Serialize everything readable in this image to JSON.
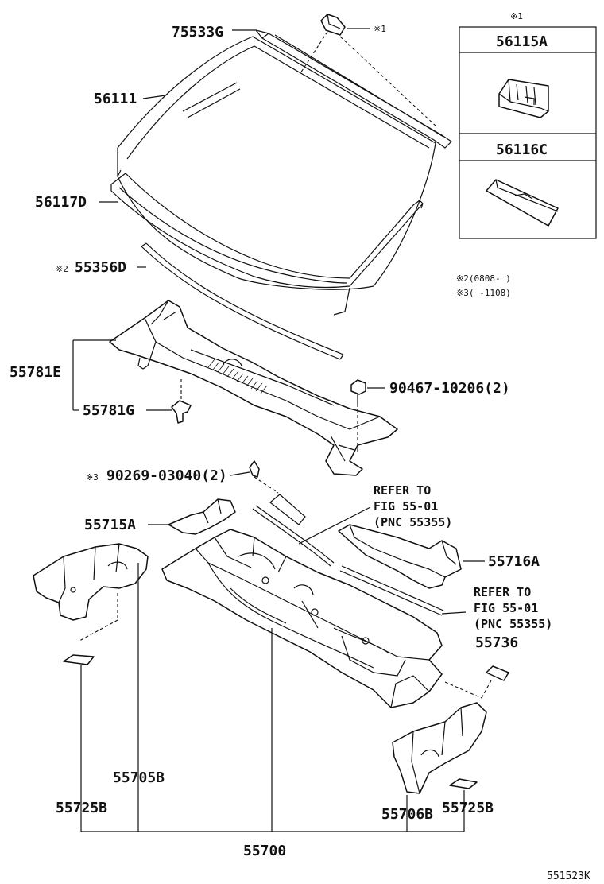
{
  "labels": {
    "p75533G": "75533G",
    "p56111": "56111",
    "p56117D": "56117D",
    "p55356D": "55356D",
    "p55781E": "55781E",
    "p55781G": "55781G",
    "p90467": "90467-10206(2)",
    "p90269": "90269-03040(2)",
    "p55715A": "55715A",
    "p55716A": "55716A",
    "p55736": "55736",
    "p55705B": "55705B",
    "p55725B_left": "55725B",
    "p55706B": "55706B",
    "p55725B_right": "55725B",
    "p55700": "55700"
  },
  "marks": {
    "note1": "※1",
    "note2": "※2",
    "note3": "※3"
  },
  "inset": {
    "header": "※1",
    "part_a": "56115A",
    "part_c": "56116C"
  },
  "notes": {
    "note2_range": "※2(0808-     )",
    "note3_range": "※3(     -1108)"
  },
  "refer1": {
    "line1": "REFER TO",
    "line2": "FIG 55-01",
    "line3": "(PNC 55355)"
  },
  "refer2": {
    "line1": "REFER TO",
    "line2": "FIG 55-01",
    "line3": "(PNC 55355)"
  },
  "diagram_id": "551523K"
}
